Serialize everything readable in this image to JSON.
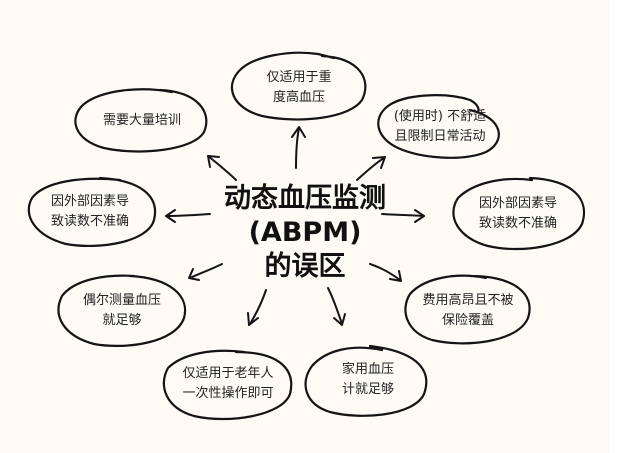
{
  "diagram": {
    "type": "mind-map",
    "style": "hand-drawn sketch",
    "colors": {
      "background": "#fdfbf3",
      "ink": "#141414"
    },
    "center": {
      "lines": [
        "动态血压监测",
        "(ABPM)",
        "的误区"
      ]
    },
    "nodes": [
      {
        "id": "severe-only",
        "lines": [
          "仅适用于重",
          "度高血压"
        ]
      },
      {
        "id": "discomfort",
        "lines": [
          "(使用时) 不舒适",
          "且限制日常活动"
        ]
      },
      {
        "id": "external-factors-right",
        "lines": [
          "因外部因素导",
          "致读数不准确"
        ]
      },
      {
        "id": "expensive",
        "lines": [
          "费用高昂且不被",
          "保险覆盖"
        ]
      },
      {
        "id": "home-bp-enough",
        "lines": [
          "家用血压",
          "计就足够"
        ]
      },
      {
        "id": "elderly-one-time",
        "lines": [
          "仅适用于老年人",
          "一次性操作即可"
        ]
      },
      {
        "id": "occasional-enough",
        "lines": [
          "偶尔测量血压",
          "就足够"
        ]
      },
      {
        "id": "external-factors-left",
        "lines": [
          "因外部因素导",
          "致读数不准确"
        ]
      },
      {
        "id": "training",
        "lines": [
          "需要大量培训"
        ]
      }
    ]
  }
}
